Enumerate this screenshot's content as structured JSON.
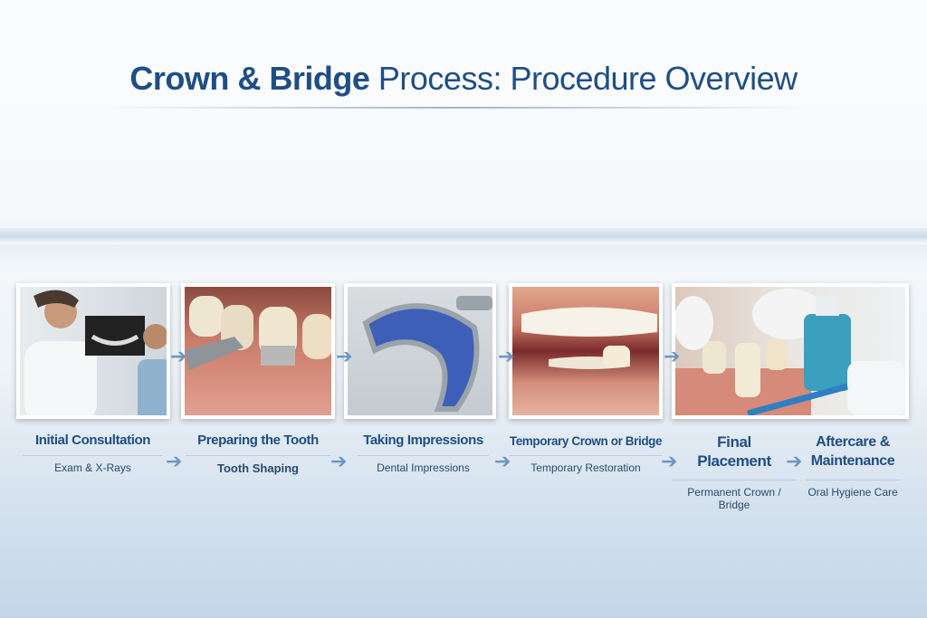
{
  "title": {
    "bold": "Crown & Bridge",
    "rest": " Process: Procedure Overview"
  },
  "steps": [
    {
      "title": "Initial Consultation",
      "subtitle": "Exam & X-Rays",
      "image": "dentist-xray-photo"
    },
    {
      "title": "Preparing the Tooth",
      "subtitle": "Tooth Shaping",
      "image": "tooth-drill-photo"
    },
    {
      "title": "Taking Impressions",
      "subtitle": "Dental Impressions",
      "image": "impression-tray-photo"
    },
    {
      "title": "Temporary Crown or Bridge",
      "subtitle": "Temporary Restoration",
      "image": "smile-temporary-crown-photo"
    },
    {
      "title": "Final Placement",
      "subtitle": "Permanent Crown / Bridge",
      "image": "crown-placement-photo"
    },
    {
      "title": "Aftercare & Maintenance",
      "subtitle": "Oral Hygiene Care",
      "image": "mouthwash-toothbrush-photo"
    }
  ],
  "colors": {
    "accent": "#1f4e85",
    "arrow": "#6f95c0"
  }
}
